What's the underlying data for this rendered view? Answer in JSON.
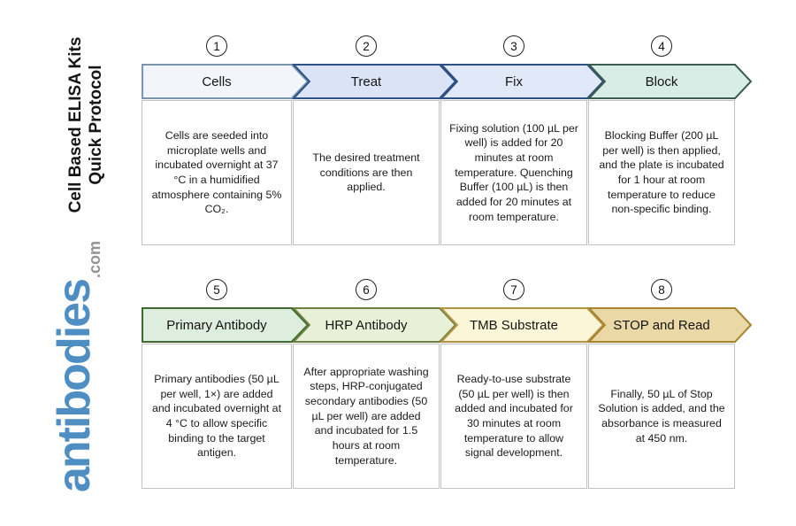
{
  "sidebar": {
    "title_line1": "Cell Based ELISA Kits",
    "title_line2": "Quick Protocol",
    "logo_text": "antibodies",
    "logo_suffix": ".com",
    "logo_color": "#4e8ec3",
    "logo_suffix_color": "#8f9396"
  },
  "steps": [
    {
      "number": "1",
      "label": "Cells",
      "description": "Cells are seeded into microplate wells and incubated overnight at 37 °C in a humidified atmosphere containing 5% CO₂.",
      "fill": "#f2f6fb",
      "stroke": "#7b94b0"
    },
    {
      "number": "2",
      "label": "Treat",
      "description": "The desired treatment conditions are then applied.",
      "fill": "#dbe4f6",
      "stroke": "#2d5182"
    },
    {
      "number": "3",
      "label": "Fix",
      "description": "Fixing solution (100 µL per well) is added for 20 minutes at room temperature. Quenching Buffer (100 µL) is then added for 20 minutes at room temperature.",
      "fill": "#e1e8f8",
      "stroke": "#2d5182"
    },
    {
      "number": "4",
      "label": "Block",
      "description": "Blocking Buffer (200 µL per well) is then applied, and the plate is incubated for 1 hour at room temperature to reduce non-specific binding.",
      "fill": "#d8ede6",
      "stroke": "#3a5c52"
    },
    {
      "number": "5",
      "label": "Primary Antibody",
      "description": "Primary antibodies (50 µL per well, 1×) are added and incubated overnight at 4 °C to allow specific binding to the target antigen.",
      "fill": "#ddeede",
      "stroke": "#3e6b2f"
    },
    {
      "number": "6",
      "label": "HRP Antibody",
      "description": "After appropriate washing steps, HRP-conjugated secondary antibodies (50 µL per well) are added and incubated for 1.5 hours at room temperature.",
      "fill": "#e8f0d8",
      "stroke": "#6d8141"
    },
    {
      "number": "7",
      "label": "TMB Substrate",
      "description": "Ready-to-use substrate (50 µL per well) is then added and incubated for 30 minutes at room temperature to allow signal development.",
      "fill": "#faf6d7",
      "stroke": "#b79445"
    },
    {
      "number": "8",
      "label": "STOP and Read",
      "description": "Finally, 50 µL of Stop Solution is added, and the absorbance is measured at 450 nm.",
      "fill": "#ead8a6",
      "stroke": "#a8842d"
    }
  ]
}
